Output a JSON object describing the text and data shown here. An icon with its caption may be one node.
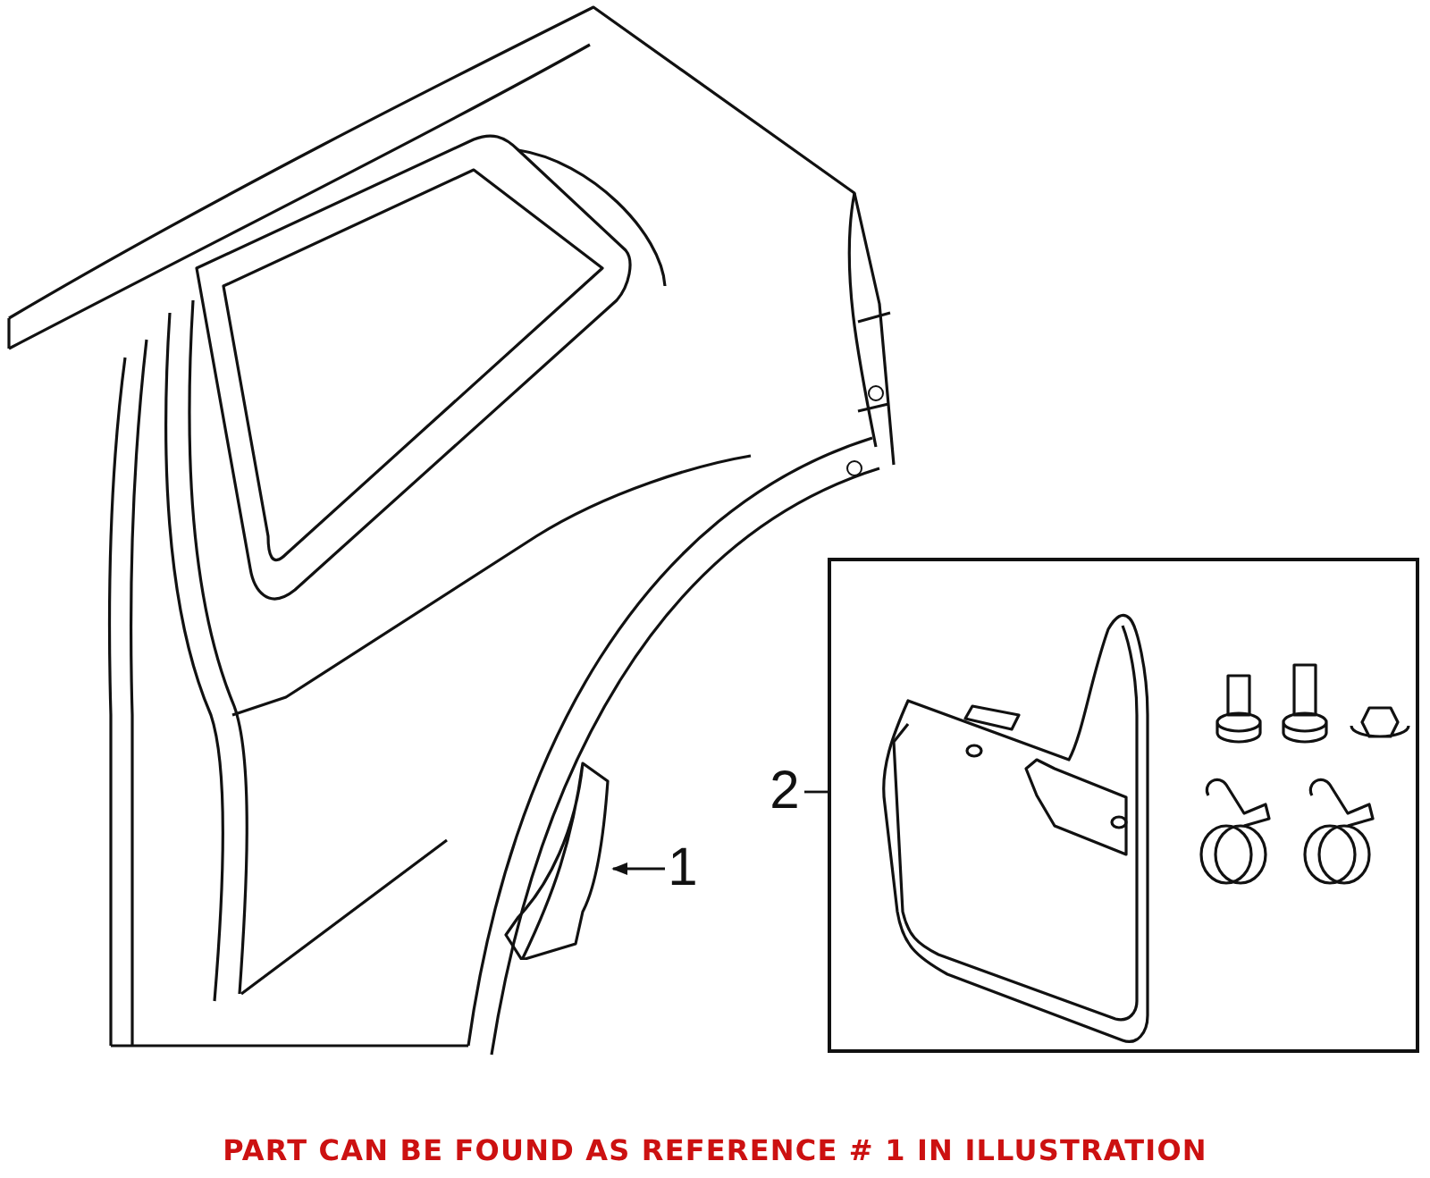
{
  "diagram": {
    "caption": "PART CAN BE FOUND AS REFERENCE # 1 IN ILLUSTRATION",
    "nodes": [
      {
        "text": [
          "1"
        ]
      },
      {
        "text": [],
        "shape": "picture"
      },
      {
        "text": [
          "2"
        ]
      },
      {
        "text": [],
        "shape": "box"
      }
    ],
    "edges": [
      {
        "from": 0,
        "to": 1,
        "arrow": "to"
      },
      {
        "from": 2,
        "to": 3,
        "arrow": "none"
      }
    ]
  }
}
